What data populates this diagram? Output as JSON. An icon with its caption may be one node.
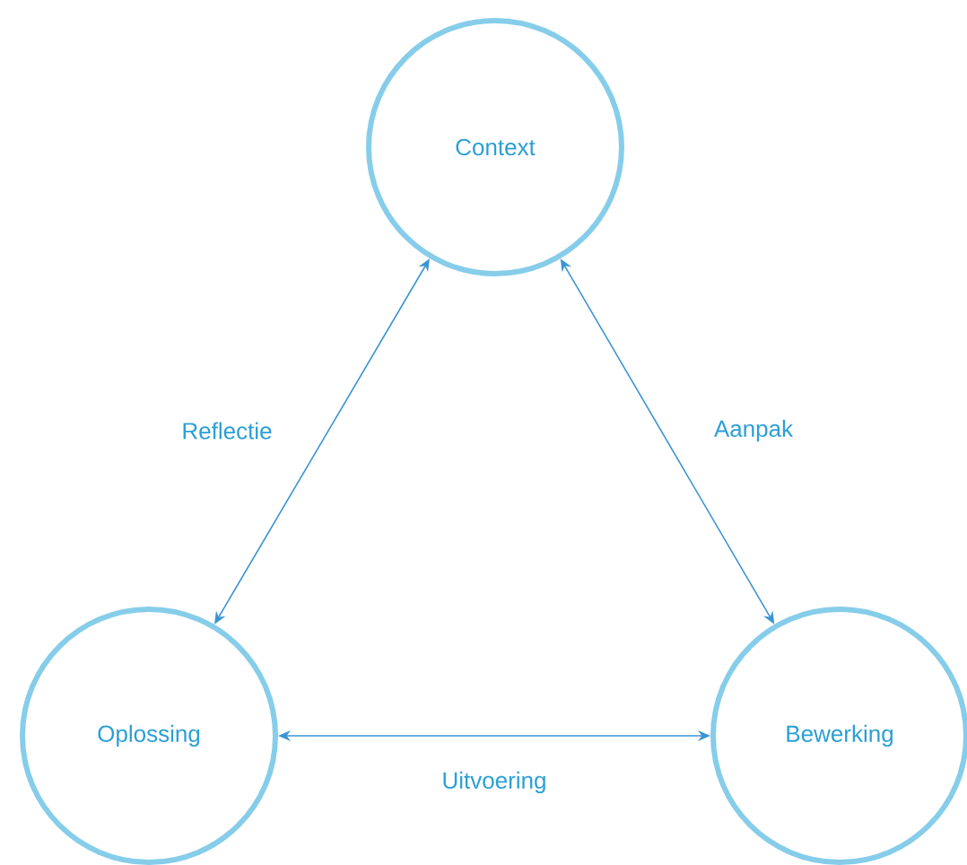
{
  "diagram": {
    "nodes": [
      {
        "text": [
          "Context"
        ]
      },
      {
        "text": [
          "Oplossing"
        ]
      },
      {
        "text": [
          "Bewerking"
        ]
      }
    ],
    "edges": [
      {
        "from": 0,
        "to": 1,
        "arrow": "both",
        "label": "Reflectie"
      },
      {
        "from": 0,
        "to": 2,
        "arrow": "both",
        "label": "Aanpak"
      },
      {
        "from": 1,
        "to": 2,
        "arrow": "both",
        "label": "Uitvoering"
      }
    ]
  }
}
